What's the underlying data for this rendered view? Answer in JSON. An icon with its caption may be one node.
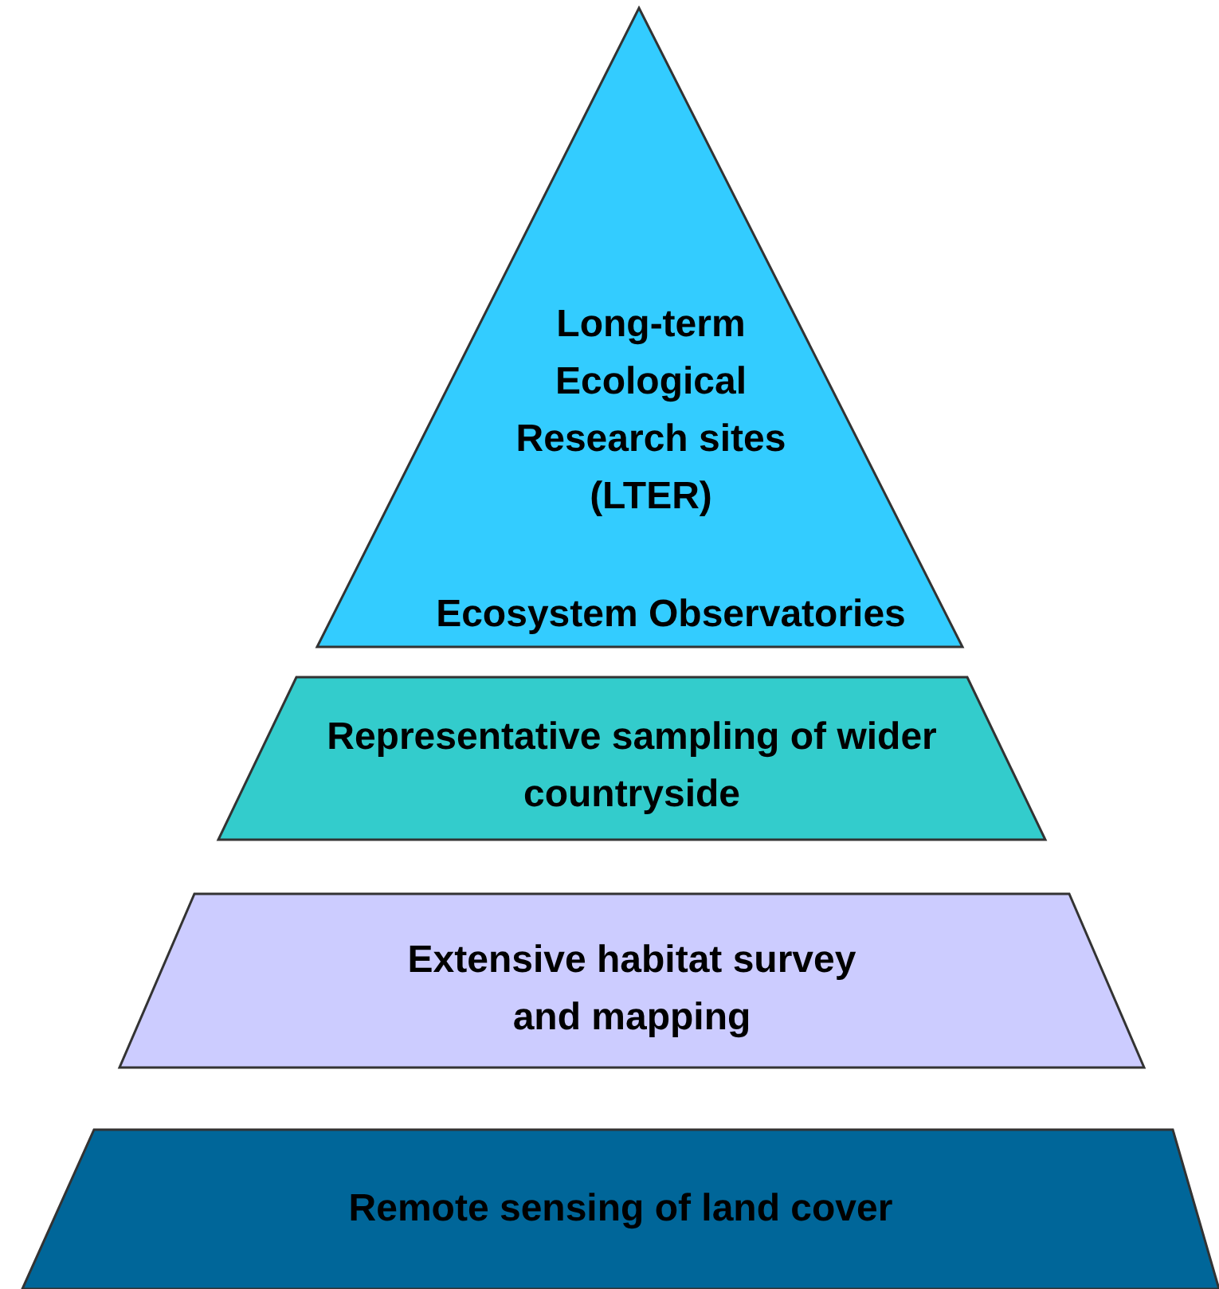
{
  "diagram": {
    "nodes": [
      {
        "text": [
          "Long-term Ecological Research sites (LTER)",
          "Ecosystem Observatories"
        ]
      },
      {
        "text": [
          "Representative sampling of wider countryside"
        ]
      },
      {
        "text": [
          "Extensive habitat survey and mapping"
        ]
      },
      {
        "text": [
          "Remote sensing of land cover"
        ]
      }
    ]
  }
}
